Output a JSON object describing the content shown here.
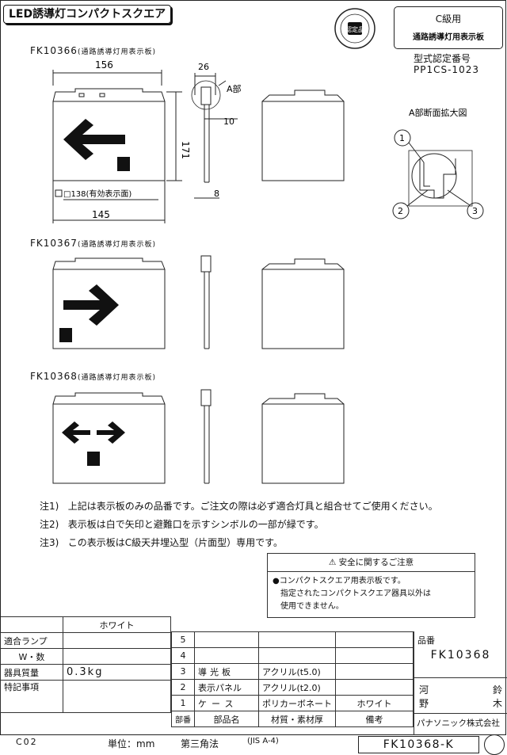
{
  "header": {
    "title": "LED誘導灯コンパクトスクエア",
    "class_line1": "C級用",
    "class_line2": "通路誘導灯用表示板",
    "cert_label": "型式認定番号",
    "cert_number": "PP1CS-1023",
    "seal_text": "認定品"
  },
  "models": [
    {
      "code": "FK10366",
      "desc": "(通路誘導灯用表示板)"
    },
    {
      "code": "FK10367",
      "desc": "(通路誘導灯用表示板)"
    },
    {
      "code": "FK10368",
      "desc": "(通路誘導灯用表示板)"
    }
  ],
  "dims": {
    "width_top": "156",
    "height": "171",
    "width_bottom": "145",
    "effective": "□138(有効表示面)",
    "depth_top": "26",
    "depth_mid": "10",
    "depth_bot": "8",
    "section_a": "A部",
    "section_title": "A部断面拡大図",
    "callout1": "1",
    "callout2": "2",
    "callout3": "3"
  },
  "notes": [
    {
      "label": "注1)",
      "text": "上記は表示板のみの品番です。ご注文の際は必ず適合灯具と組合せてご使用ください。"
    },
    {
      "label": "注2)",
      "text": "表示板は白で矢印と避難口を示すシンボルの一部が緑です。"
    },
    {
      "label": "注3)",
      "text": "この表示板はC級天井埋込型（片面型）専用です。"
    }
  ],
  "caution": {
    "header": "安全に関するご注意",
    "line1": "●コンパクトスクエア用表示板です。",
    "line2": "指定されたコンパクトスクエア器具以外は",
    "line3": "使用できません。"
  },
  "spec": {
    "color": "ホワイト",
    "row_labels": [
      "適合ランプ",
      "W・数",
      "器具質量",
      "特記事項"
    ],
    "weight": "0.3kg"
  },
  "parts": {
    "rows": [
      {
        "no": "5",
        "name": "",
        "material": "",
        "note": ""
      },
      {
        "no": "4",
        "name": "",
        "material": "",
        "note": ""
      },
      {
        "no": "3",
        "name": "導光板",
        "material": "アクリル(t5.0)",
        "note": ""
      },
      {
        "no": "2",
        "name": "表示パネル",
        "material": "アクリル(t2.0)",
        "note": ""
      },
      {
        "no": "1",
        "name": "ケース",
        "material": "ポリカーボネート",
        "note": "ホワイト"
      }
    ],
    "header": {
      "no": "部番",
      "name": "部品名",
      "material": "材質・素材厚",
      "note": "備考"
    }
  },
  "product": {
    "label": "品番",
    "code": "FK10368",
    "sign1a": "河",
    "sign1b": "鈴",
    "sign2a": "野",
    "sign2b": "木",
    "company": "パナソニック株式会社"
  },
  "footer": {
    "rev": "C02",
    "unit": "単位：mm",
    "projection": "第三角法",
    "paper": "(JIS A-4)",
    "code": "FK10368-K"
  }
}
